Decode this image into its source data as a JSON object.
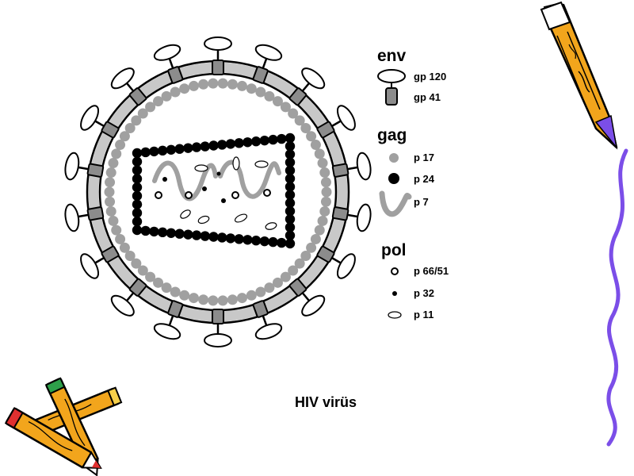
{
  "legend": {
    "env": {
      "title": "env",
      "items": [
        {
          "label": "gp 120",
          "icon": "gp120-spike-cap-icon"
        },
        {
          "label": "gp 41",
          "icon": "gp41-stem-icon"
        }
      ]
    },
    "gag": {
      "title": "gag",
      "items": [
        {
          "label": "p 17",
          "icon": "matrix-grey-dot-icon"
        },
        {
          "label": "p 24",
          "icon": "capsid-black-dot-icon"
        },
        {
          "label": "p 7",
          "icon": "nucleocapsid-wave-icon"
        }
      ]
    },
    "pol": {
      "title": "pol",
      "items": [
        {
          "label": "p 66/51",
          "icon": "ring-dot-icon"
        },
        {
          "label": "p 32",
          "icon": "small-black-dot-icon"
        },
        {
          "label": "p 11",
          "icon": "small-ellipse-icon"
        }
      ]
    }
  },
  "caption": "HIV virüs",
  "colors": {
    "membrane_grey": "#c8c8c8",
    "matrix_grey": "#a0a0a0",
    "capsid_black": "#000000",
    "stem_grey": "#8c8c8c",
    "pencil_orange": "#f2a51c",
    "pencil_purple": "#7b4ee8"
  }
}
